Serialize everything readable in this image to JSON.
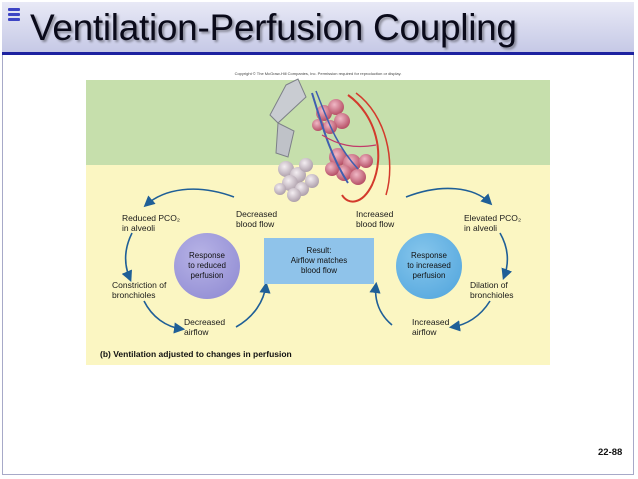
{
  "slide": {
    "title": "Ventilation-Perfusion Coupling",
    "number": "22-88"
  },
  "figure": {
    "copyright": "Copyright © The McGraw-Hill Companies, Inc. Permission required for reproduction or display.",
    "caption": "(b) Ventilation adjusted to changes in perfusion",
    "left_cycle": {
      "reduced_pco2": "Reduced PCO₂\nin alveoli",
      "decreased_blood_flow": "Decreased\nblood flow",
      "response": "Response\nto reduced\nperfusion",
      "constriction": "Constriction of\nbronchioles",
      "decreased_airflow": "Decreased\nairflow"
    },
    "result": "Result:\nAirflow matches\nblood flow",
    "right_cycle": {
      "increased_blood_flow": "Increased\nblood flow",
      "elevated_pco2": "Elevated PCO₂\nin alveoli",
      "response": "Response\nto increased\nperfusion",
      "dilation": "Dilation of\nbronchioles",
      "increased_airflow": "Increased\nairflow"
    }
  },
  "colors": {
    "title_rule": "#1d22a0",
    "green_band": "#c6dfac",
    "yellow_area": "#fbf6c2",
    "left_circle": "#8c87d1",
    "right_circle": "#4ea3dc",
    "result_box": "#8fc3ea",
    "arrow": "#1f5f97"
  }
}
